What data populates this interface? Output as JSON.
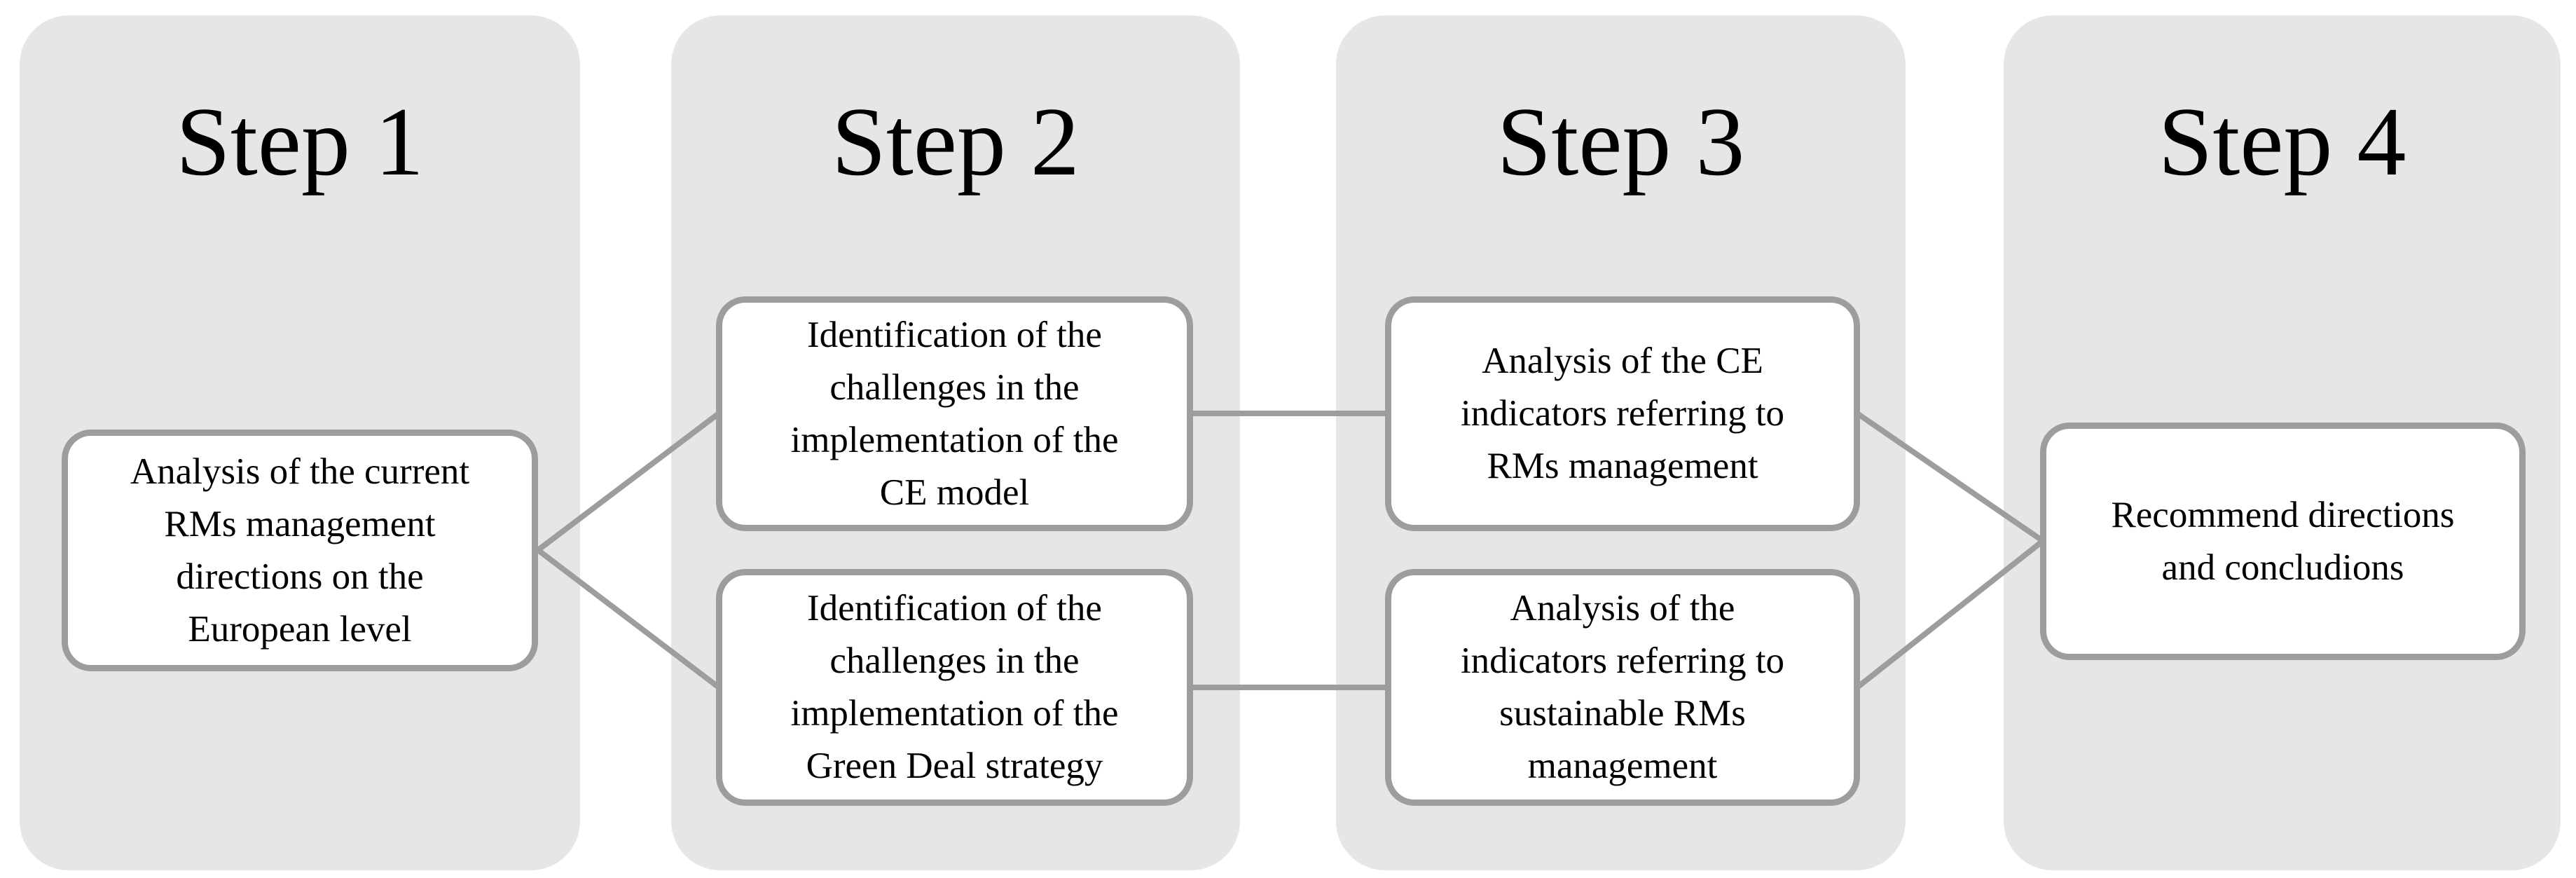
{
  "figure": {
    "type": "flow-diagram",
    "colors": {
      "background": "#ffffff",
      "panel_fill": "#e6e6e6",
      "box_fill": "#ffffff",
      "line_and_border": "#9d9d9d",
      "text": "#000000"
    },
    "steps": [
      {
        "title": "Step 1",
        "boxes": [
          {
            "text": "Analysis of the current\nRMs management\ndirections on the\nEuropean level"
          }
        ]
      },
      {
        "title": "Step 2",
        "boxes": [
          {
            "text": "Identification of the\nchallenges in the\nimplementation of the\nCE model"
          },
          {
            "text": "Identification of the\nchallenges in the\nimplementation of the\nGreen Deal strategy"
          }
        ]
      },
      {
        "title": "Step 3",
        "boxes": [
          {
            "text": "Analysis of the CE\nindicators referring to\nRMs management"
          },
          {
            "text": "Analysis of the\nindicators referring to\nsustainable RMs\nmanagement"
          }
        ]
      },
      {
        "title": "Step 4",
        "boxes": [
          {
            "text": "Recommend directions\nand concludions"
          }
        ]
      }
    ],
    "connections": [
      {
        "from": "step1-box1",
        "to": "step2-box1"
      },
      {
        "from": "step1-box1",
        "to": "step2-box2"
      },
      {
        "from": "step2-box1",
        "to": "step3-box1"
      },
      {
        "from": "step2-box2",
        "to": "step3-box2"
      },
      {
        "from": "step3-box1",
        "to": "step4-box1"
      },
      {
        "from": "step3-box2",
        "to": "step4-box1"
      }
    ]
  }
}
